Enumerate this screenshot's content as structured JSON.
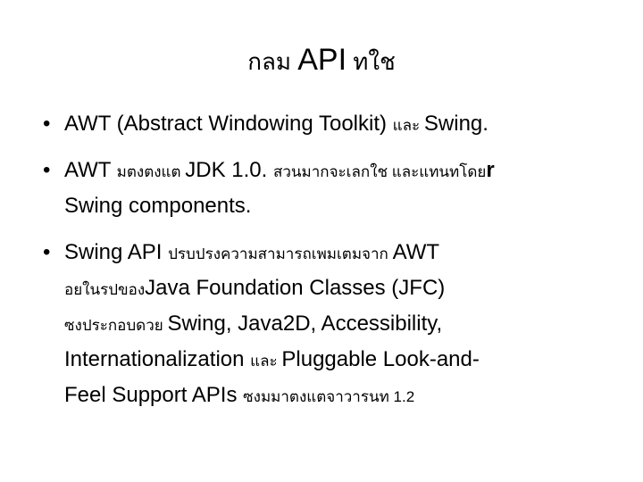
{
  "slide": {
    "background_color": "#ffffff",
    "text_color": "#000000",
    "bullet_glyph": "•",
    "title": {
      "plain_text": "กลม API ทใช",
      "runs": [
        {
          "text": "กลม ",
          "style": "title-thai"
        },
        {
          "text": "API",
          "style": "title-latin"
        },
        {
          "text": " ทใช",
          "style": "title-thai"
        }
      ]
    },
    "bullets": [
      {
        "plain_text": "AWT (Abstract Windowing Toolkit) และ Swing.",
        "runs": [
          {
            "text": "AWT (Abstract Windowing Toolkit) ",
            "style": "latin"
          },
          {
            "text": "และ ",
            "style": "thai"
          },
          {
            "text": "Swing.",
            "style": "latin"
          }
        ]
      },
      {
        "plain_text": "AWT มตงตงแต JDK 1.0. สวนมากจะเลกใช และแทนทโดยr Swing components.",
        "runs": [
          {
            "text": "AWT ",
            "style": "latin"
          },
          {
            "text": "มตงตงแต ",
            "style": "thai"
          },
          {
            "text": "JDK 1.0. ",
            "style": "latin"
          },
          {
            "text": "สวนมากจะเลกใช และแทนทโดย",
            "style": "thai"
          },
          {
            "text": "r",
            "style": "bold"
          },
          {
            "text": "\n",
            "style": "latin"
          },
          {
            "text": "Swing components.",
            "style": "latin"
          }
        ]
      },
      {
        "plain_text": "Swing API ปรบปรงความสามารถเพมเตมจาก AWT อยในรปของJava Foundation Classes (JFC) ซงประกอบดวย Swing, Java2D, Accessibility, Internationalization และ Pluggable Look-and-Feel Support APIs ซงมมาตงแตจาวารนท 1.2",
        "runs": [
          {
            "text": "Swing API ",
            "style": "latin"
          },
          {
            "text": "ปรบปรงความสามารถเพมเตมจาก ",
            "style": "thai"
          },
          {
            "text": "AWT",
            "style": "latin"
          },
          {
            "text": "\n",
            "style": "latin"
          },
          {
            "text": "อยในรปของ",
            "style": "thai"
          },
          {
            "text": "Java Foundation Classes (JFC)",
            "style": "latin"
          },
          {
            "text": "\n",
            "style": "latin"
          },
          {
            "text": "ซงประกอบดวย ",
            "style": "thai"
          },
          {
            "text": "Swing, Java2D, Accessibility,",
            "style": "latin"
          },
          {
            "text": "\n",
            "style": "latin"
          },
          {
            "text": "Internationalization ",
            "style": "latin"
          },
          {
            "text": "และ ",
            "style": "thai"
          },
          {
            "text": "Pluggable Look-and-",
            "style": "latin"
          },
          {
            "text": "\n",
            "style": "latin"
          },
          {
            "text": "Feel Support APIs ",
            "style": "latin"
          },
          {
            "text": "ซงมมาตงแตจาวารนท 1.2",
            "style": "thai"
          }
        ]
      }
    ]
  }
}
